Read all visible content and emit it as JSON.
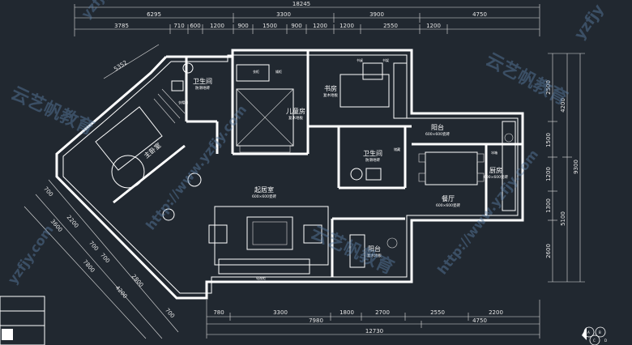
{
  "top_dims": {
    "overall": "18245",
    "row1": [
      "6295",
      "3300",
      "3900",
      "4750"
    ],
    "row2": [
      "3785",
      "710",
      "600",
      "1200",
      "900",
      "1500",
      "900",
      "1200",
      "1200",
      "2550",
      "1200"
    ]
  },
  "bottom_dims": {
    "row1": [
      "780",
      "3300",
      "1800",
      "2700",
      "2550",
      "2200"
    ],
    "row2": [
      "7980",
      "4750"
    ],
    "overall": "12730"
  },
  "right_dims": {
    "inner": [
      "2500",
      "1500",
      "1200",
      "1300",
      "2600"
    ],
    "middle": [
      "4200",
      "5100"
    ],
    "outer": "9300"
  },
  "left_dims": {
    "top": "5352",
    "a": [
      "700",
      "2200",
      "700",
      "700"
    ],
    "b": [
      "3600",
      "7800"
    ],
    "c": [
      "2800",
      "4200"
    ],
    "bottom": "700"
  },
  "rooms": {
    "bath1": {
      "name": "卫生间",
      "sub": "防滑地砖"
    },
    "child": {
      "name": "儿童房",
      "sub": "复木地板"
    },
    "study": {
      "name": "书房",
      "sub": "复木地板"
    },
    "bath2": {
      "name": "卫生间",
      "sub": "防滑地砖"
    },
    "balcony1": {
      "name": "阳台",
      "sub": "600×600瓷砖"
    },
    "kitchen": {
      "name": "厨房",
      "sub": "600×600瓷砖"
    },
    "dining": {
      "name": "餐厅",
      "sub": "600×600瓷砖"
    },
    "living": {
      "name": "起居室",
      "sub": "600×600瓷砖"
    },
    "balcony2": {
      "name": "阳台",
      "sub": "复木地板"
    },
    "master": {
      "name": "主卧室",
      "sub": ""
    }
  },
  "annotations": {
    "a1": "衣柜",
    "a2": "矮柜",
    "a3": "书桌",
    "a4": "书架",
    "a5": "冰箱",
    "a6": "电视柜",
    "a7": "储藏",
    "a8": "衣帽间"
  },
  "watermarks": {
    "brand1": "云艺帆教育",
    "brand2": "yzfjy",
    "url1": "http://www.yzfjy.com",
    "url2": "yzfjy.com"
  },
  "title_block": {
    "a": "A",
    "b": "B",
    "c": "C",
    "d": "D"
  }
}
